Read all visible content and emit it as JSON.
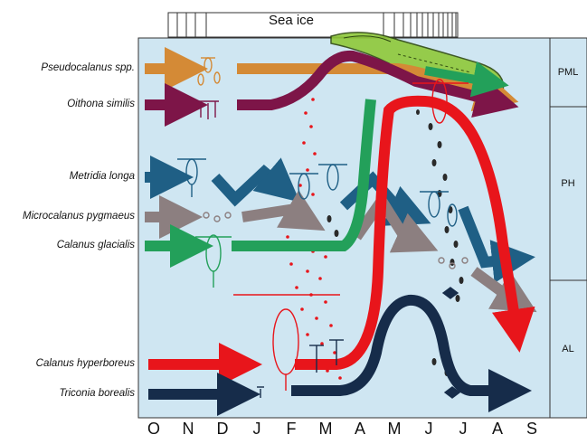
{
  "sea_ice": {
    "label": "Sea ice"
  },
  "species": [
    {
      "name": "Pseudocalanus spp.",
      "color": "#d48a36"
    },
    {
      "name": "Oithona similis",
      "color": "#7d1548"
    },
    {
      "name": "Metridia longa",
      "color": "#1f5f85"
    },
    {
      "name": "Microcalanus pygmaeus",
      "color": "#8c7f80"
    },
    {
      "name": "Calanus glacialis",
      "color": "#23a05a"
    },
    {
      "name": "Calanus hyperboreus",
      "color": "#e8151b"
    },
    {
      "name": "Triconia borealis",
      "color": "#162c4a"
    }
  ],
  "months": [
    "O",
    "N",
    "D",
    "J",
    "F",
    "M",
    "A",
    "M",
    "J",
    "J",
    "A",
    "S"
  ],
  "layers": [
    {
      "label": "PML"
    },
    {
      "label": "PH"
    },
    {
      "label": "AL"
    }
  ],
  "colors": {
    "plot_background": "#cfe6f2",
    "frame": "#333333",
    "ice_algae": "#7fbf2f"
  }
}
